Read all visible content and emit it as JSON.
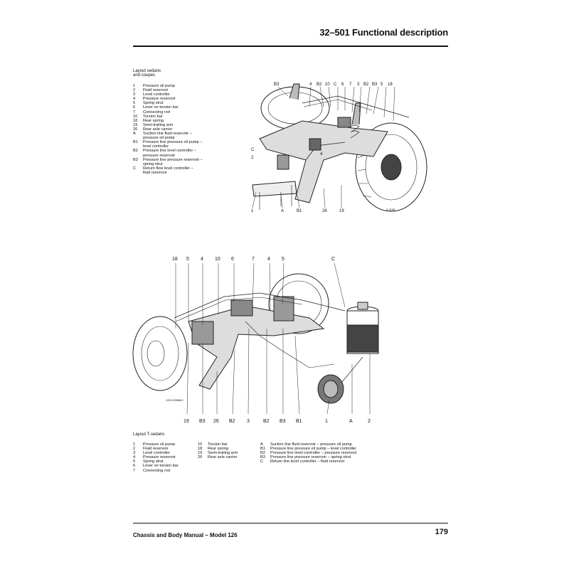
{
  "header": {
    "title": "32–501 Functional description"
  },
  "figure1": {
    "caption_line1": "Layout sedans",
    "caption_line2": "and coupes",
    "legend": [
      {
        "key": "1",
        "text": "Pressure oil pump"
      },
      {
        "key": "2",
        "text": "Fluid reservoir"
      },
      {
        "key": "3",
        "text": "Level controller"
      },
      {
        "key": "4",
        "text": "Pressure reservoir"
      },
      {
        "key": "5",
        "text": "Spring strut"
      },
      {
        "key": "6",
        "text": "Lever on torsion bar"
      },
      {
        "key": "7",
        "text": "Connecting rod"
      },
      {
        "key": "10",
        "text": "Torsion bar"
      },
      {
        "key": "18",
        "text": "Rear spring"
      },
      {
        "key": "19",
        "text": "Semi-trailing arm"
      },
      {
        "key": "26",
        "text": "Rear axle carrier"
      },
      {
        "key": "A",
        "text": "Suction line fluid reservoir –"
      },
      {
        "key": "",
        "text": "pressure oil pump"
      },
      {
        "key": "B1",
        "text": "Pressure line pressure oil pump –"
      },
      {
        "key": "",
        "text": "level controller"
      },
      {
        "key": "B2",
        "text": "Pressure line level controller –"
      },
      {
        "key": "",
        "text": "pressure reservoir"
      },
      {
        "key": "B3",
        "text": "Pressure line pressure reservoir –"
      },
      {
        "key": "",
        "text": "spring strut"
      },
      {
        "key": "C",
        "text": "Return flow level controller –"
      },
      {
        "key": "",
        "text": "fluid reservoir"
      }
    ],
    "callouts_top": [
      "B3",
      "4",
      "B2",
      "10",
      "C",
      "6",
      "7",
      "3",
      "B2",
      "B3",
      "5",
      "18"
    ],
    "callouts_left": [
      "C",
      "2"
    ],
    "callouts_mid": [
      "4"
    ],
    "callouts_bottom": [
      "1",
      "A",
      "B1",
      "26",
      "19"
    ],
    "drawing_code": "2-3136"
  },
  "figure2": {
    "caption": "Layout T-sedans",
    "callouts_top": [
      "18",
      "5",
      "4",
      "10",
      "6",
      "7",
      "4",
      "5",
      "C"
    ],
    "callouts_bottom": [
      "19",
      "B3",
      "26",
      "B2",
      "3",
      "B2",
      "B3",
      "B1",
      "1",
      "A",
      "2"
    ],
    "drawing_code": "1323-03986/1",
    "legend_col1": [
      {
        "key": "1",
        "text": "Pressure oil pump"
      },
      {
        "key": "2",
        "text": "Fluid reservoir"
      },
      {
        "key": "3",
        "text": "Level controller"
      },
      {
        "key": "4",
        "text": "Pressure reservoir"
      },
      {
        "key": "5",
        "text": "Spring strut"
      },
      {
        "key": "6",
        "text": "Lever on torsion bar"
      },
      {
        "key": "7",
        "text": "Connecting rod"
      }
    ],
    "legend_col2": [
      {
        "key": "10",
        "text": "Torsion bar"
      },
      {
        "key": "18",
        "text": "Rear spring"
      },
      {
        "key": "19",
        "text": "Semi-trailing arm"
      },
      {
        "key": "26",
        "text": "Rear axle carrier"
      }
    ],
    "legend_col3": [
      {
        "key": "A",
        "text": "Suction line fluid reservoir – pressure oil pump"
      },
      {
        "key": "B1",
        "text": "Pressure line pressure oil pump – level controller"
      },
      {
        "key": "B2",
        "text": "Pressure line level controller – pressure reservoir"
      },
      {
        "key": "B3",
        "text": "Pressure line pressure reservoir – spring strut"
      },
      {
        "key": "C",
        "text": "Return line level controller – fluid reservoir"
      }
    ]
  },
  "footer": {
    "left": "Chassis and Body Manual – Model 126",
    "page": "179"
  }
}
